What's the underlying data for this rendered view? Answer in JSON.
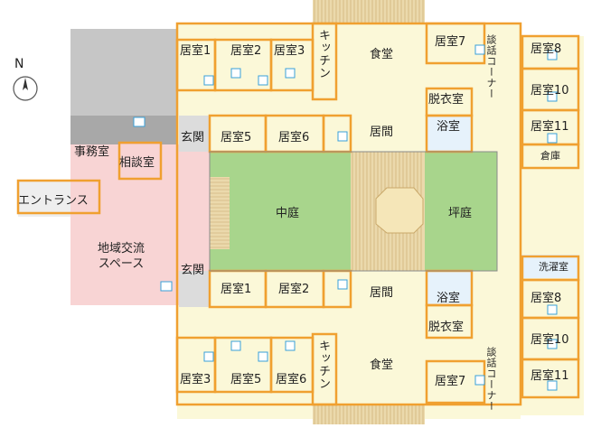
{
  "compass": {
    "label": "N"
  },
  "rooms": {
    "r1_top": "居室1",
    "r2_top": "居室2",
    "r3_top": "居室3",
    "kitchen_top": "キッチン",
    "dining_top": "食堂",
    "r7_top": "居室7",
    "lounge_top": "談話コーナー",
    "r8_top": "居室8",
    "r10_top": "居室10",
    "r11_top": "居室11",
    "dressing_top": "脱衣室",
    "bath_top": "浴室",
    "living_top": "居間",
    "r5_mid": "居室5",
    "r6_mid": "居室6",
    "entrance_top": "玄関",
    "office": "事務室",
    "consult": "相談室",
    "entrance_main": "エントランス",
    "community": "地域交流\nスペース",
    "courtyard": "中庭",
    "tsubo": "坪庭",
    "storage": "倉庫",
    "laundry": "洗濯室",
    "entrance_bot": "玄関",
    "r1_bot": "居室1",
    "r2_bot": "居室2",
    "living_bot": "居間",
    "bath_bot": "浴室",
    "dressing_bot": "脱衣室",
    "r8_bot": "居室8",
    "r10_bot": "居室10",
    "r11_bot": "居室11",
    "r3_bot": "居室3",
    "r5_bot": "居室5",
    "r6_bot": "居室6",
    "kitchen_bot": "キッチン",
    "dining_bot": "食堂",
    "r7_bot": "居室7",
    "lounge_bot": "談話コーナー"
  },
  "colors": {
    "wall": "#f0a030",
    "floor": "#fbf8d8",
    "courtyard": "#a8d58c",
    "community": "#f8d4d4",
    "office": "#a8a8a8",
    "deck": "#e9d6a8",
    "bath": "#e6f2fb",
    "gray_zone": "#c6c6c6"
  }
}
